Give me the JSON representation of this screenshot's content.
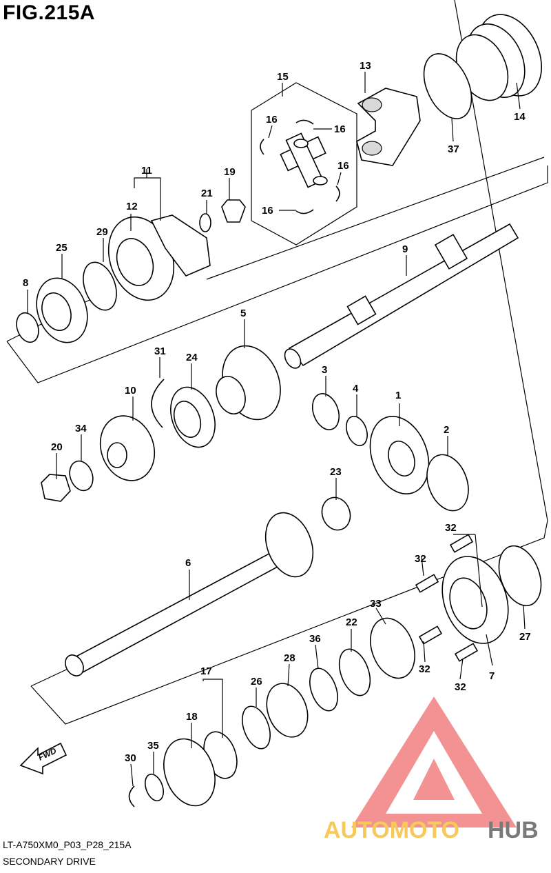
{
  "figure": {
    "title": "FIG.215A",
    "code": "LT-A750XM0_P03_P28_215A",
    "name": "SECONDARY DRIVE"
  },
  "direction_label": "FWD",
  "watermark": {
    "text_a": "AUTOMOTO",
    "text_b": "HUB",
    "color_a": "#f6c95a",
    "color_b": "#7a7a7a",
    "logo_color": "#f08080"
  },
  "callouts": [
    {
      "id": "c1",
      "number": "1"
    },
    {
      "id": "c2",
      "number": "2"
    },
    {
      "id": "c3",
      "number": "3"
    },
    {
      "id": "c4",
      "number": "4"
    },
    {
      "id": "c5",
      "number": "5"
    },
    {
      "id": "c6",
      "number": "6"
    },
    {
      "id": "c7",
      "number": "7"
    },
    {
      "id": "c8",
      "number": "8"
    },
    {
      "id": "c9",
      "number": "9"
    },
    {
      "id": "c10",
      "number": "10"
    },
    {
      "id": "c11",
      "number": "11"
    },
    {
      "id": "c12",
      "number": "12"
    },
    {
      "id": "c13",
      "number": "13"
    },
    {
      "id": "c14",
      "number": "14"
    },
    {
      "id": "c15",
      "number": "15"
    },
    {
      "id": "c16a",
      "number": "16"
    },
    {
      "id": "c16b",
      "number": "16"
    },
    {
      "id": "c16c",
      "number": "16"
    },
    {
      "id": "c16d",
      "number": "16"
    },
    {
      "id": "c17",
      "number": "17"
    },
    {
      "id": "c18",
      "number": "18"
    },
    {
      "id": "c19",
      "number": "19"
    },
    {
      "id": "c20",
      "number": "20"
    },
    {
      "id": "c21",
      "number": "21"
    },
    {
      "id": "c22",
      "number": "22"
    },
    {
      "id": "c23",
      "number": "23"
    },
    {
      "id": "c24",
      "number": "24"
    },
    {
      "id": "c25",
      "number": "25"
    },
    {
      "id": "c26",
      "number": "26"
    },
    {
      "id": "c27",
      "number": "27"
    },
    {
      "id": "c28",
      "number": "28"
    },
    {
      "id": "c29",
      "number": "29"
    },
    {
      "id": "c30",
      "number": "30"
    },
    {
      "id": "c31",
      "number": "31"
    },
    {
      "id": "c32a",
      "number": "32"
    },
    {
      "id": "c32b",
      "number": "32"
    },
    {
      "id": "c32c",
      "number": "32"
    },
    {
      "id": "c32d",
      "number": "32"
    },
    {
      "id": "c33",
      "number": "33"
    },
    {
      "id": "c34",
      "number": "34"
    },
    {
      "id": "c35",
      "number": "35"
    },
    {
      "id": "c36",
      "number": "36"
    },
    {
      "id": "c37",
      "number": "37"
    }
  ]
}
